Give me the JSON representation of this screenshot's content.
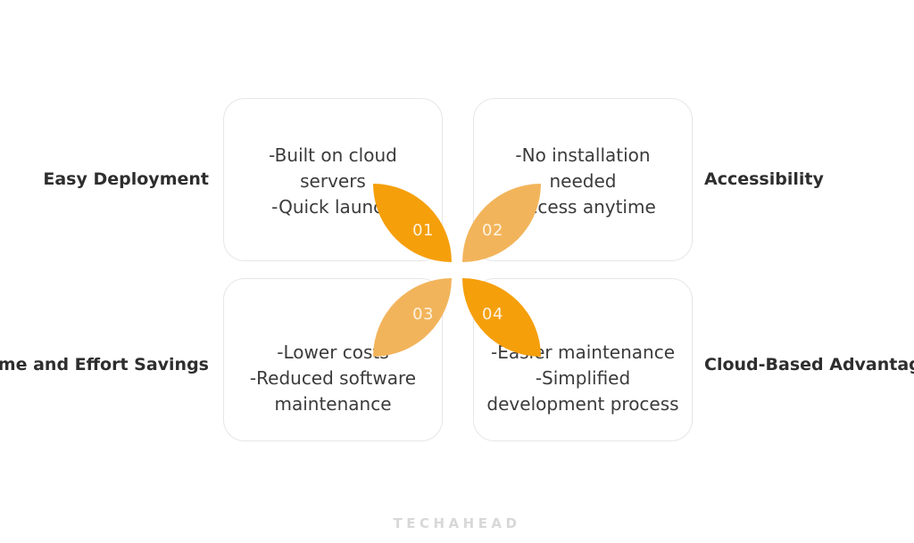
{
  "diagram": {
    "type": "four-quadrant-petal-infographic",
    "accent_dark": "#f59f0b",
    "accent_light": "#f2b45b",
    "card_border_color": "#e6e6e6",
    "text_color": "#3b3b3b",
    "label_color": "#2e2e2e"
  },
  "quadrants": [
    {
      "number": "01",
      "title": "Easy Deployment",
      "body": "-Built on cloud servers\n-Quick launch",
      "petal_color": "#f59f0b",
      "title_side": "left"
    },
    {
      "number": "02",
      "title": "Accessibility",
      "body": "-No installation needed\n-Access anytime",
      "petal_color": "#f2b45b",
      "title_side": "right"
    },
    {
      "number": "03",
      "title": "Time and Effort Savings",
      "body": "-Lower costs\n-Reduced software maintenance",
      "petal_color": "#f2b45b",
      "title_side": "left"
    },
    {
      "number": "04",
      "title": "Cloud-Based Advantages",
      "body": "-Easier maintenance\n-Simplified development process",
      "petal_color": "#f59f0b",
      "title_side": "right"
    }
  ],
  "watermark": {
    "text": "TECHAHEAD"
  }
}
